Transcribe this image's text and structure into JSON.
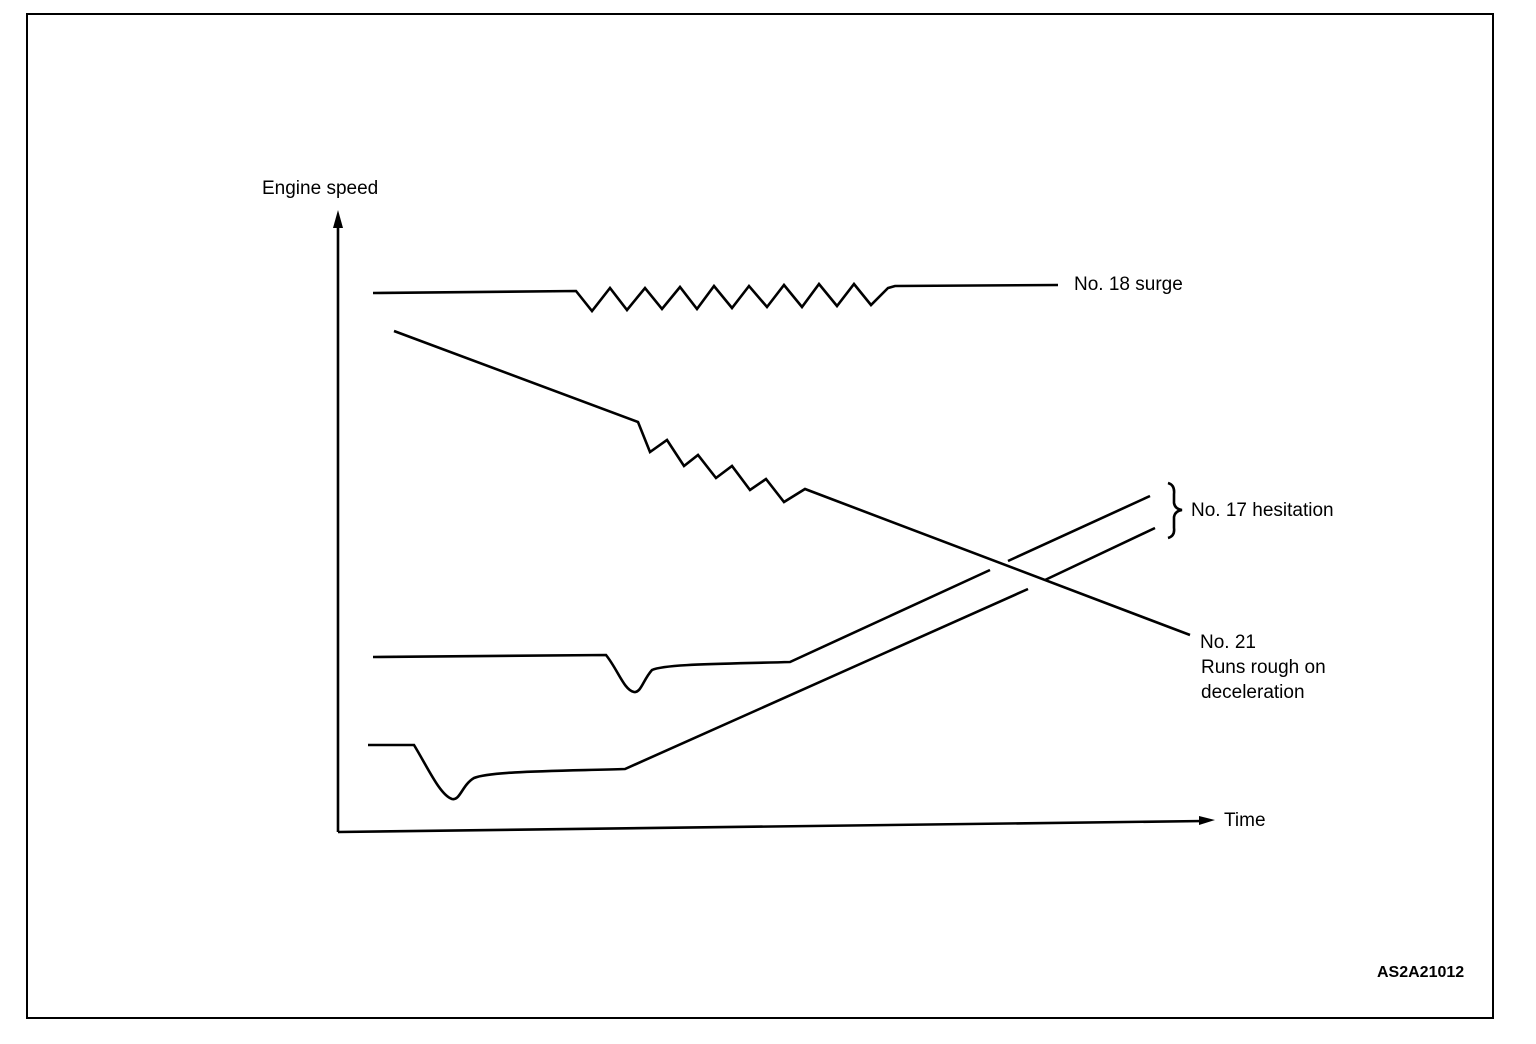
{
  "axes": {
    "y_label": "Engine speed",
    "x_label": "Time"
  },
  "curves": {
    "surge": {
      "label": "No. 18 surge"
    },
    "rough_decel": {
      "label_line1": "No. 21",
      "label_line2": "Runs rough on",
      "label_line3": "deceleration"
    },
    "hesitation": {
      "label": "No. 17 hesitation"
    }
  },
  "figure_code": "AS2A21012"
}
